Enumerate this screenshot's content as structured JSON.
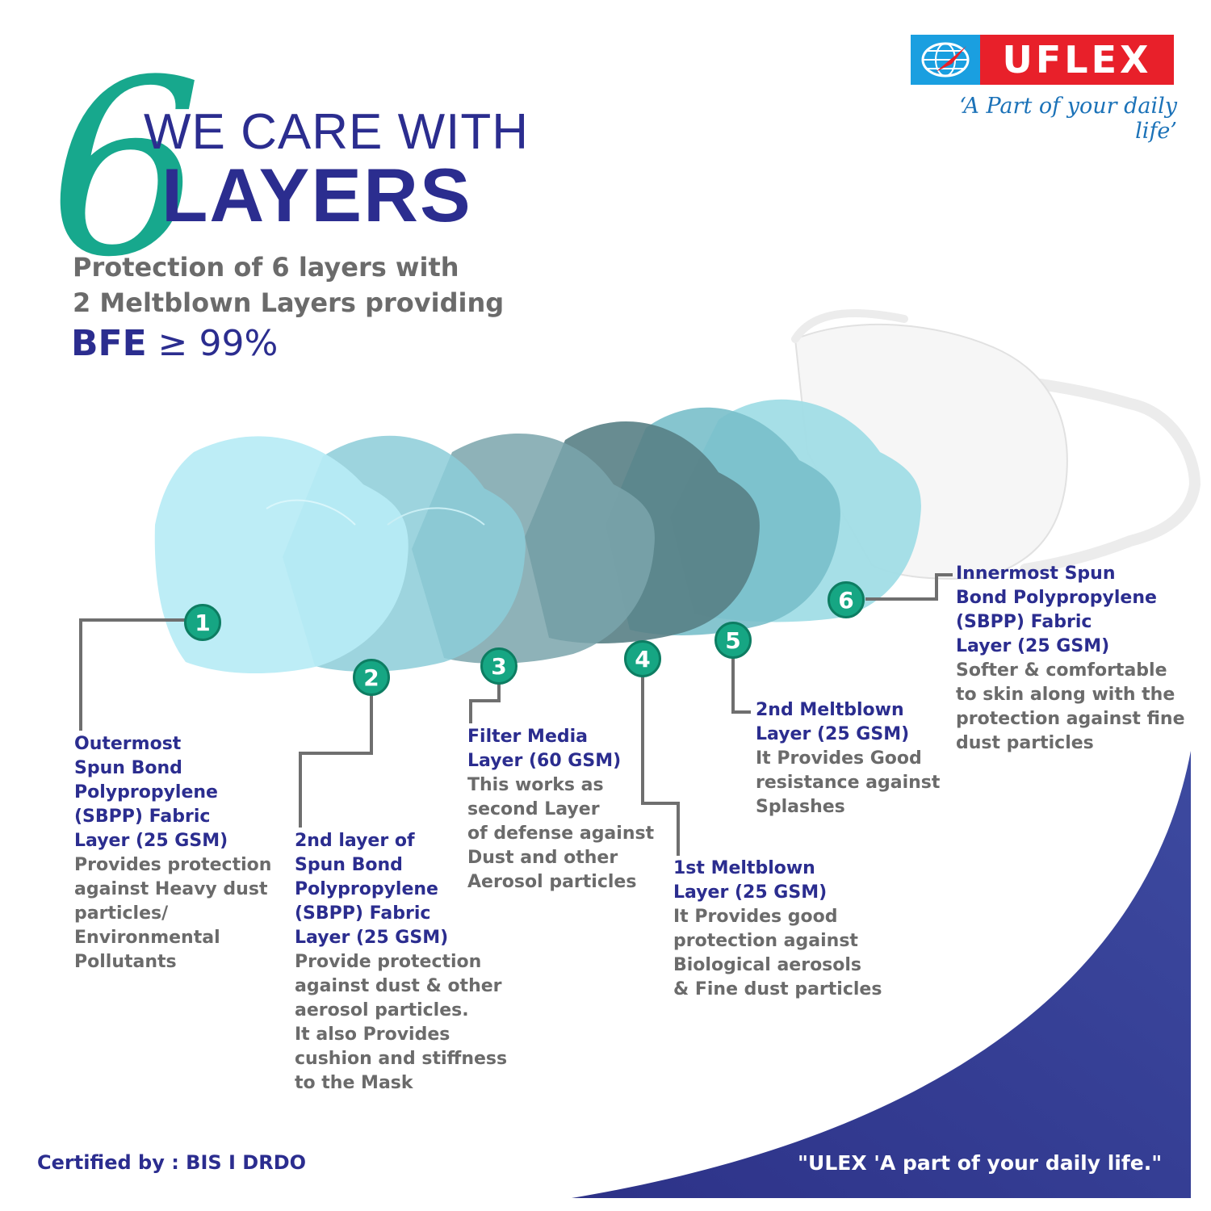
{
  "brand": {
    "logo_text": "UFLEX",
    "tagline": "‘A Part of your daily life’",
    "colors": {
      "globe": "#1a9fe0",
      "word_bg": "#e8202a"
    }
  },
  "header": {
    "big_number": "6",
    "line1": "WE CARE WITH",
    "line2": "LAYERS",
    "subtitle_line1": "Protection of 6 layers with",
    "subtitle_line2": "2 Meltblown Layers providing",
    "bfe_label": "BFE",
    "bfe_value": "≥ 99%"
  },
  "layers": [
    {
      "number": "1",
      "title": "Outermost\nSpun Bond\nPolypropylene\n(SBPP) Fabric\nLayer (25 GSM)",
      "description": "Provides protection\nagainst Heavy dust\nparticles/\nEnvironmental\nPollutants"
    },
    {
      "number": "2",
      "title": "2nd layer of\nSpun Bond\nPolypropylene\n(SBPP) Fabric\nLayer (25 GSM)",
      "description": "Provide protection\nagainst dust & other\naerosol particles.\nIt also Provides\ncushion and stiffness\nto the Mask"
    },
    {
      "number": "3",
      "title": "Filter Media\nLayer (60 GSM)",
      "description": "This works as\nsecond Layer\nof defense against\nDust and other\nAerosol particles"
    },
    {
      "number": "4",
      "title": "1st Meltblown\nLayer (25 GSM)",
      "description": "It Provides good\nprotection against\nBiological aerosols\n& Fine dust particles"
    },
    {
      "number": "5",
      "title": "2nd Meltblown\nLayer (25 GSM)",
      "description": "It Provides Good\nresistance against\nSplashes"
    },
    {
      "number": "6",
      "title": "Innermost Spun\nBond Polypropylene\n(SBPP) Fabric\nLayer (25 GSM)",
      "description": "Softer & comfortable\nto skin along with the\nprotection against fine\ndust particles"
    }
  ],
  "footer": {
    "certified": "Certified by : BIS I DRDO",
    "quote": "\"ULEX 'A part of your daily life.\""
  },
  "colors": {
    "navy": "#2b2d8f",
    "teal": "#17a88d",
    "gray_text": "#6b6b6b",
    "mask_layers": [
      "#bfeef7",
      "#a6e4ee",
      "#86c7d1",
      "#6a9ea4",
      "#5d8a90",
      "#79bfca",
      "#a1dde6",
      "#f2f2f2"
    ]
  }
}
